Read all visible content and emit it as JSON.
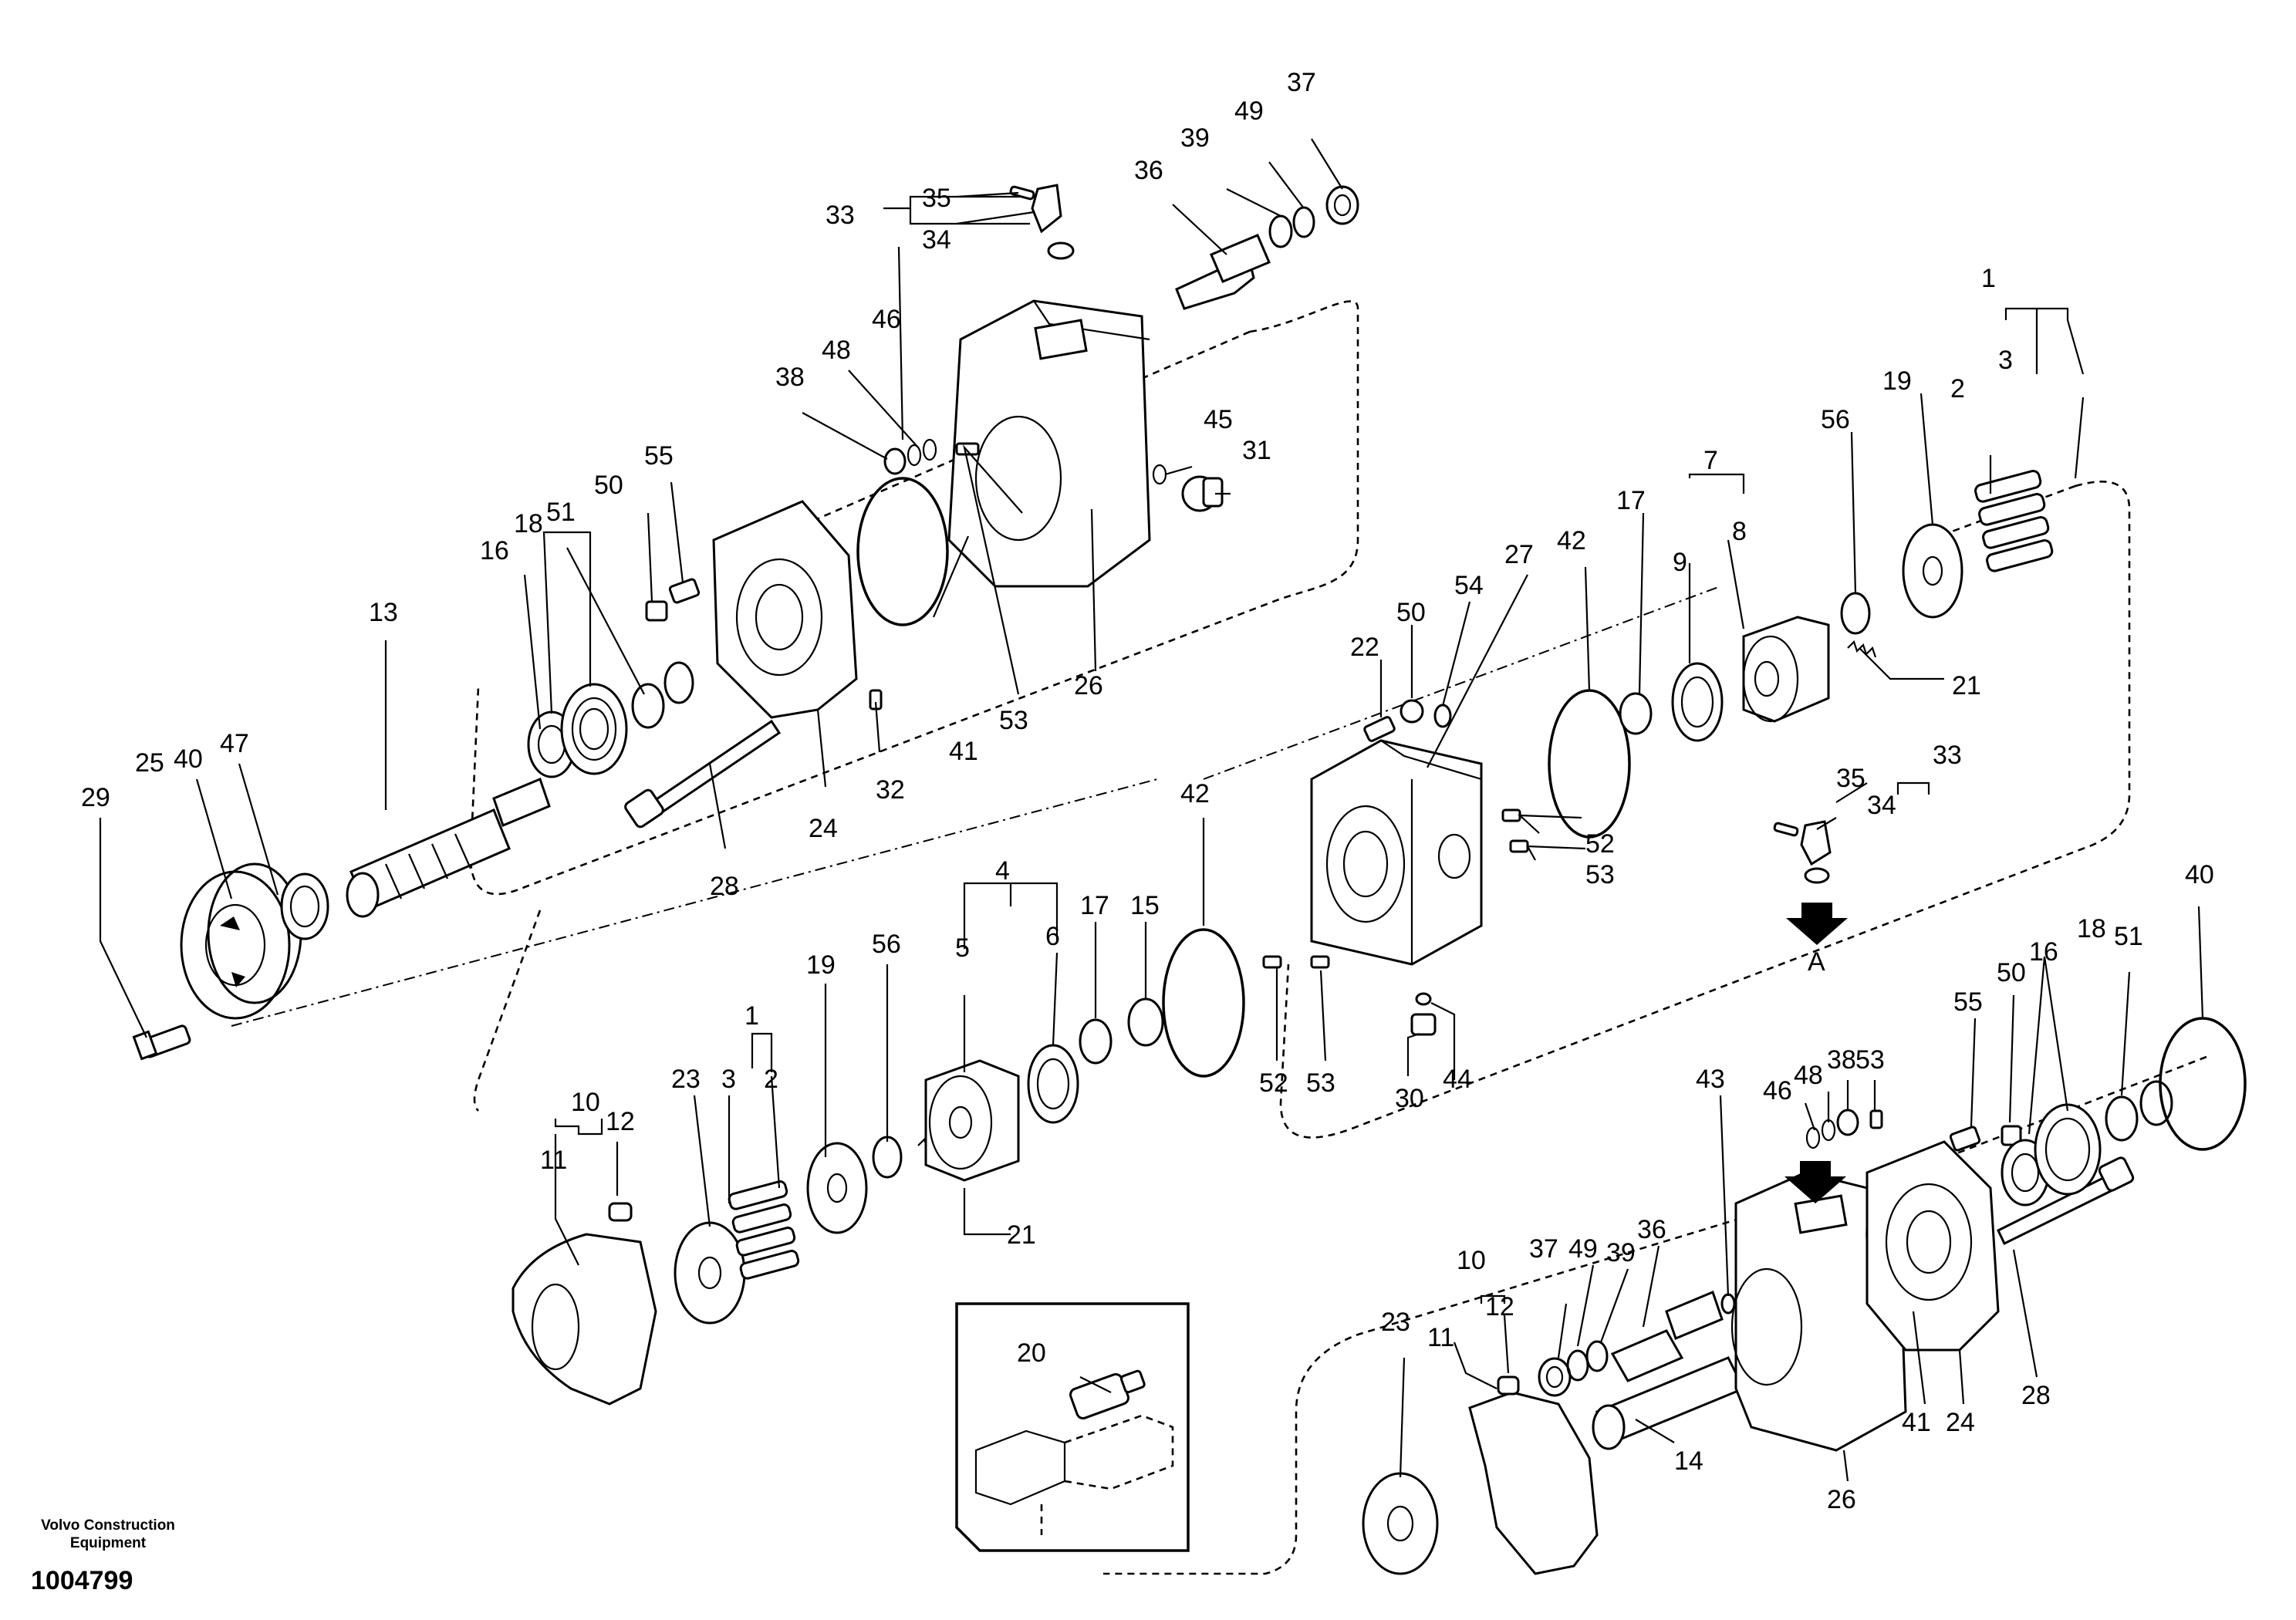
{
  "figure_id": "1004799",
  "brand": {
    "line1": "Volvo Construction",
    "line2": "Equipment"
  },
  "labels": {
    "l1a": "1",
    "l2a": "2",
    "l3a": "3",
    "l7": "7",
    "l8": "8",
    "l9": "9",
    "l19a": "19",
    "l56a": "56",
    "l21a": "21",
    "l17a": "17",
    "l42a": "42",
    "l27": "27",
    "l54": "54",
    "l50a": "50",
    "l22": "22",
    "l52a": "52",
    "l53a": "53",
    "l33a": "33",
    "l35a": "35",
    "l34a": "34",
    "lA1": "A",
    "l37a": "37",
    "l49a": "49",
    "l39a": "39",
    "l36a": "36",
    "l46a": "46",
    "l48a": "48",
    "l38a": "38",
    "l45": "45",
    "l31": "31",
    "l26a": "26",
    "l53b": "53",
    "l41a": "41",
    "l32": "32",
    "l24a": "24",
    "l28a": "28",
    "l55a": "55",
    "l50b": "50",
    "l51a": "51",
    "l18a": "18",
    "l16a": "16",
    "l13": "13",
    "l47": "47",
    "l40a": "40",
    "l25": "25",
    "l29": "29",
    "l4": "4",
    "l5": "5",
    "l6": "6",
    "l17b": "17",
    "l15": "15",
    "l42b": "42",
    "l52b": "52",
    "l53c": "53",
    "l30": "30",
    "l44": "44",
    "l56b": "56",
    "l19b": "19",
    "l1b": "1",
    "l2b": "2",
    "l3b": "3",
    "l23a": "23",
    "l10a": "10",
    "l11a": "11",
    "l12a": "12",
    "l21b": "21",
    "l20": "20",
    "l40b": "40",
    "l51b": "51",
    "l18b": "18",
    "l16b": "16",
    "l50c": "50",
    "l55b": "55",
    "l53d": "53",
    "l38b": "38",
    "l48b": "48",
    "l46b": "46",
    "l43": "43",
    "l36b": "36",
    "l39b": "39",
    "l49b": "49",
    "l37b": "37",
    "l10b": "10",
    "l11b": "11",
    "l12b": "12",
    "l23b": "23",
    "l14": "14",
    "l26b": "26",
    "l41b": "41",
    "l24b": "24",
    "l28b": "28"
  }
}
